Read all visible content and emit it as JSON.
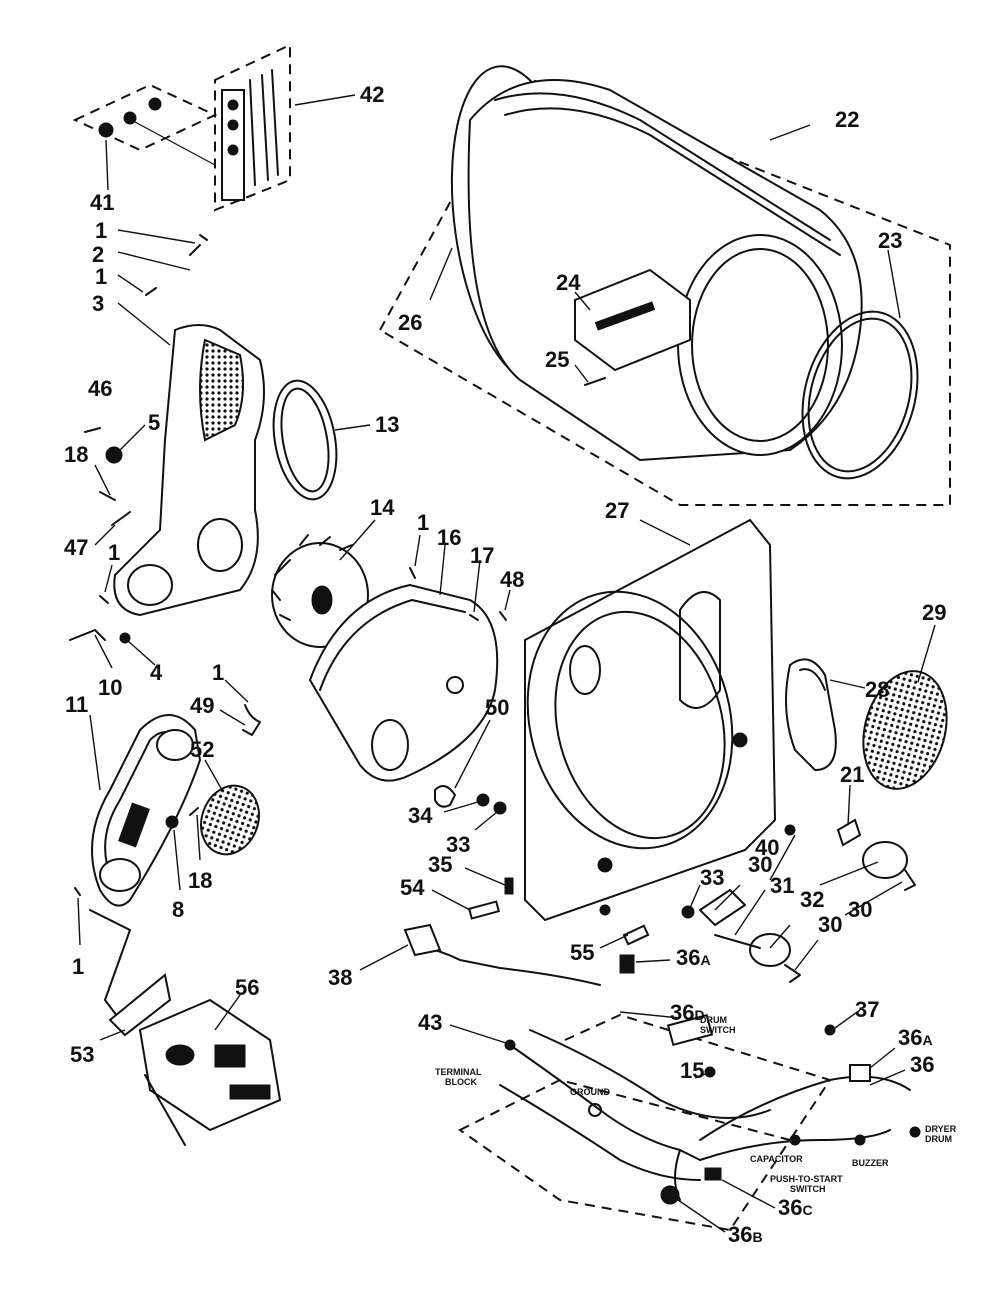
{
  "callouts": {
    "c1a": "1",
    "c1b": "1",
    "c1c": "1",
    "c1d": "1",
    "c1e": "1",
    "c1f": "1",
    "c2": "2",
    "c3": "3",
    "c4": "4",
    "c5": "5",
    "c8": "8",
    "c10": "10",
    "c11": "11",
    "c13": "13",
    "c14": "14",
    "c15": "15",
    "c16": "16",
    "c17": "17",
    "c18a": "18",
    "c18b": "18",
    "c21": "21",
    "c22": "22",
    "c23": "23",
    "c24": "24",
    "c25": "25",
    "c26": "26",
    "c27": "27",
    "c28": "28",
    "c29": "29",
    "c30a": "30",
    "c30b": "30",
    "c30c": "30",
    "c31": "31",
    "c32": "32",
    "c33a": "33",
    "c33b": "33",
    "c34": "34",
    "c35": "35",
    "c36": "36",
    "c36a1": "36",
    "c36a2": "36",
    "c36b": "36",
    "c36c": "36",
    "c36d": "36",
    "c37": "37",
    "c38": "38",
    "c40": "40",
    "c41": "41",
    "c42": "42",
    "c43": "43",
    "c46": "46",
    "c47": "47",
    "c48": "48",
    "c49": "49",
    "c50": "50",
    "c52": "52",
    "c53": "53",
    "c54": "54",
    "c55": "55",
    "c56": "56"
  },
  "callout_suffixes": {
    "s36a1": "A",
    "s36a2": "A",
    "s36b": "B",
    "s36c": "C",
    "s36d": "D"
  },
  "wiring_labels": {
    "terminal_block_1": "TERMINAL",
    "terminal_block_2": "BLOCK",
    "ground": "GROUND",
    "capacitor": "CAPACITOR",
    "buzzer": "BUZZER",
    "push_to_start_1": "PUSH-TO-START",
    "push_to_start_2": "SWITCH",
    "dryer_drum_1": "DRYER",
    "dryer_drum_2": "DRUM",
    "drum_switch_1": "DRUM",
    "drum_switch_2": "SWITCH"
  }
}
